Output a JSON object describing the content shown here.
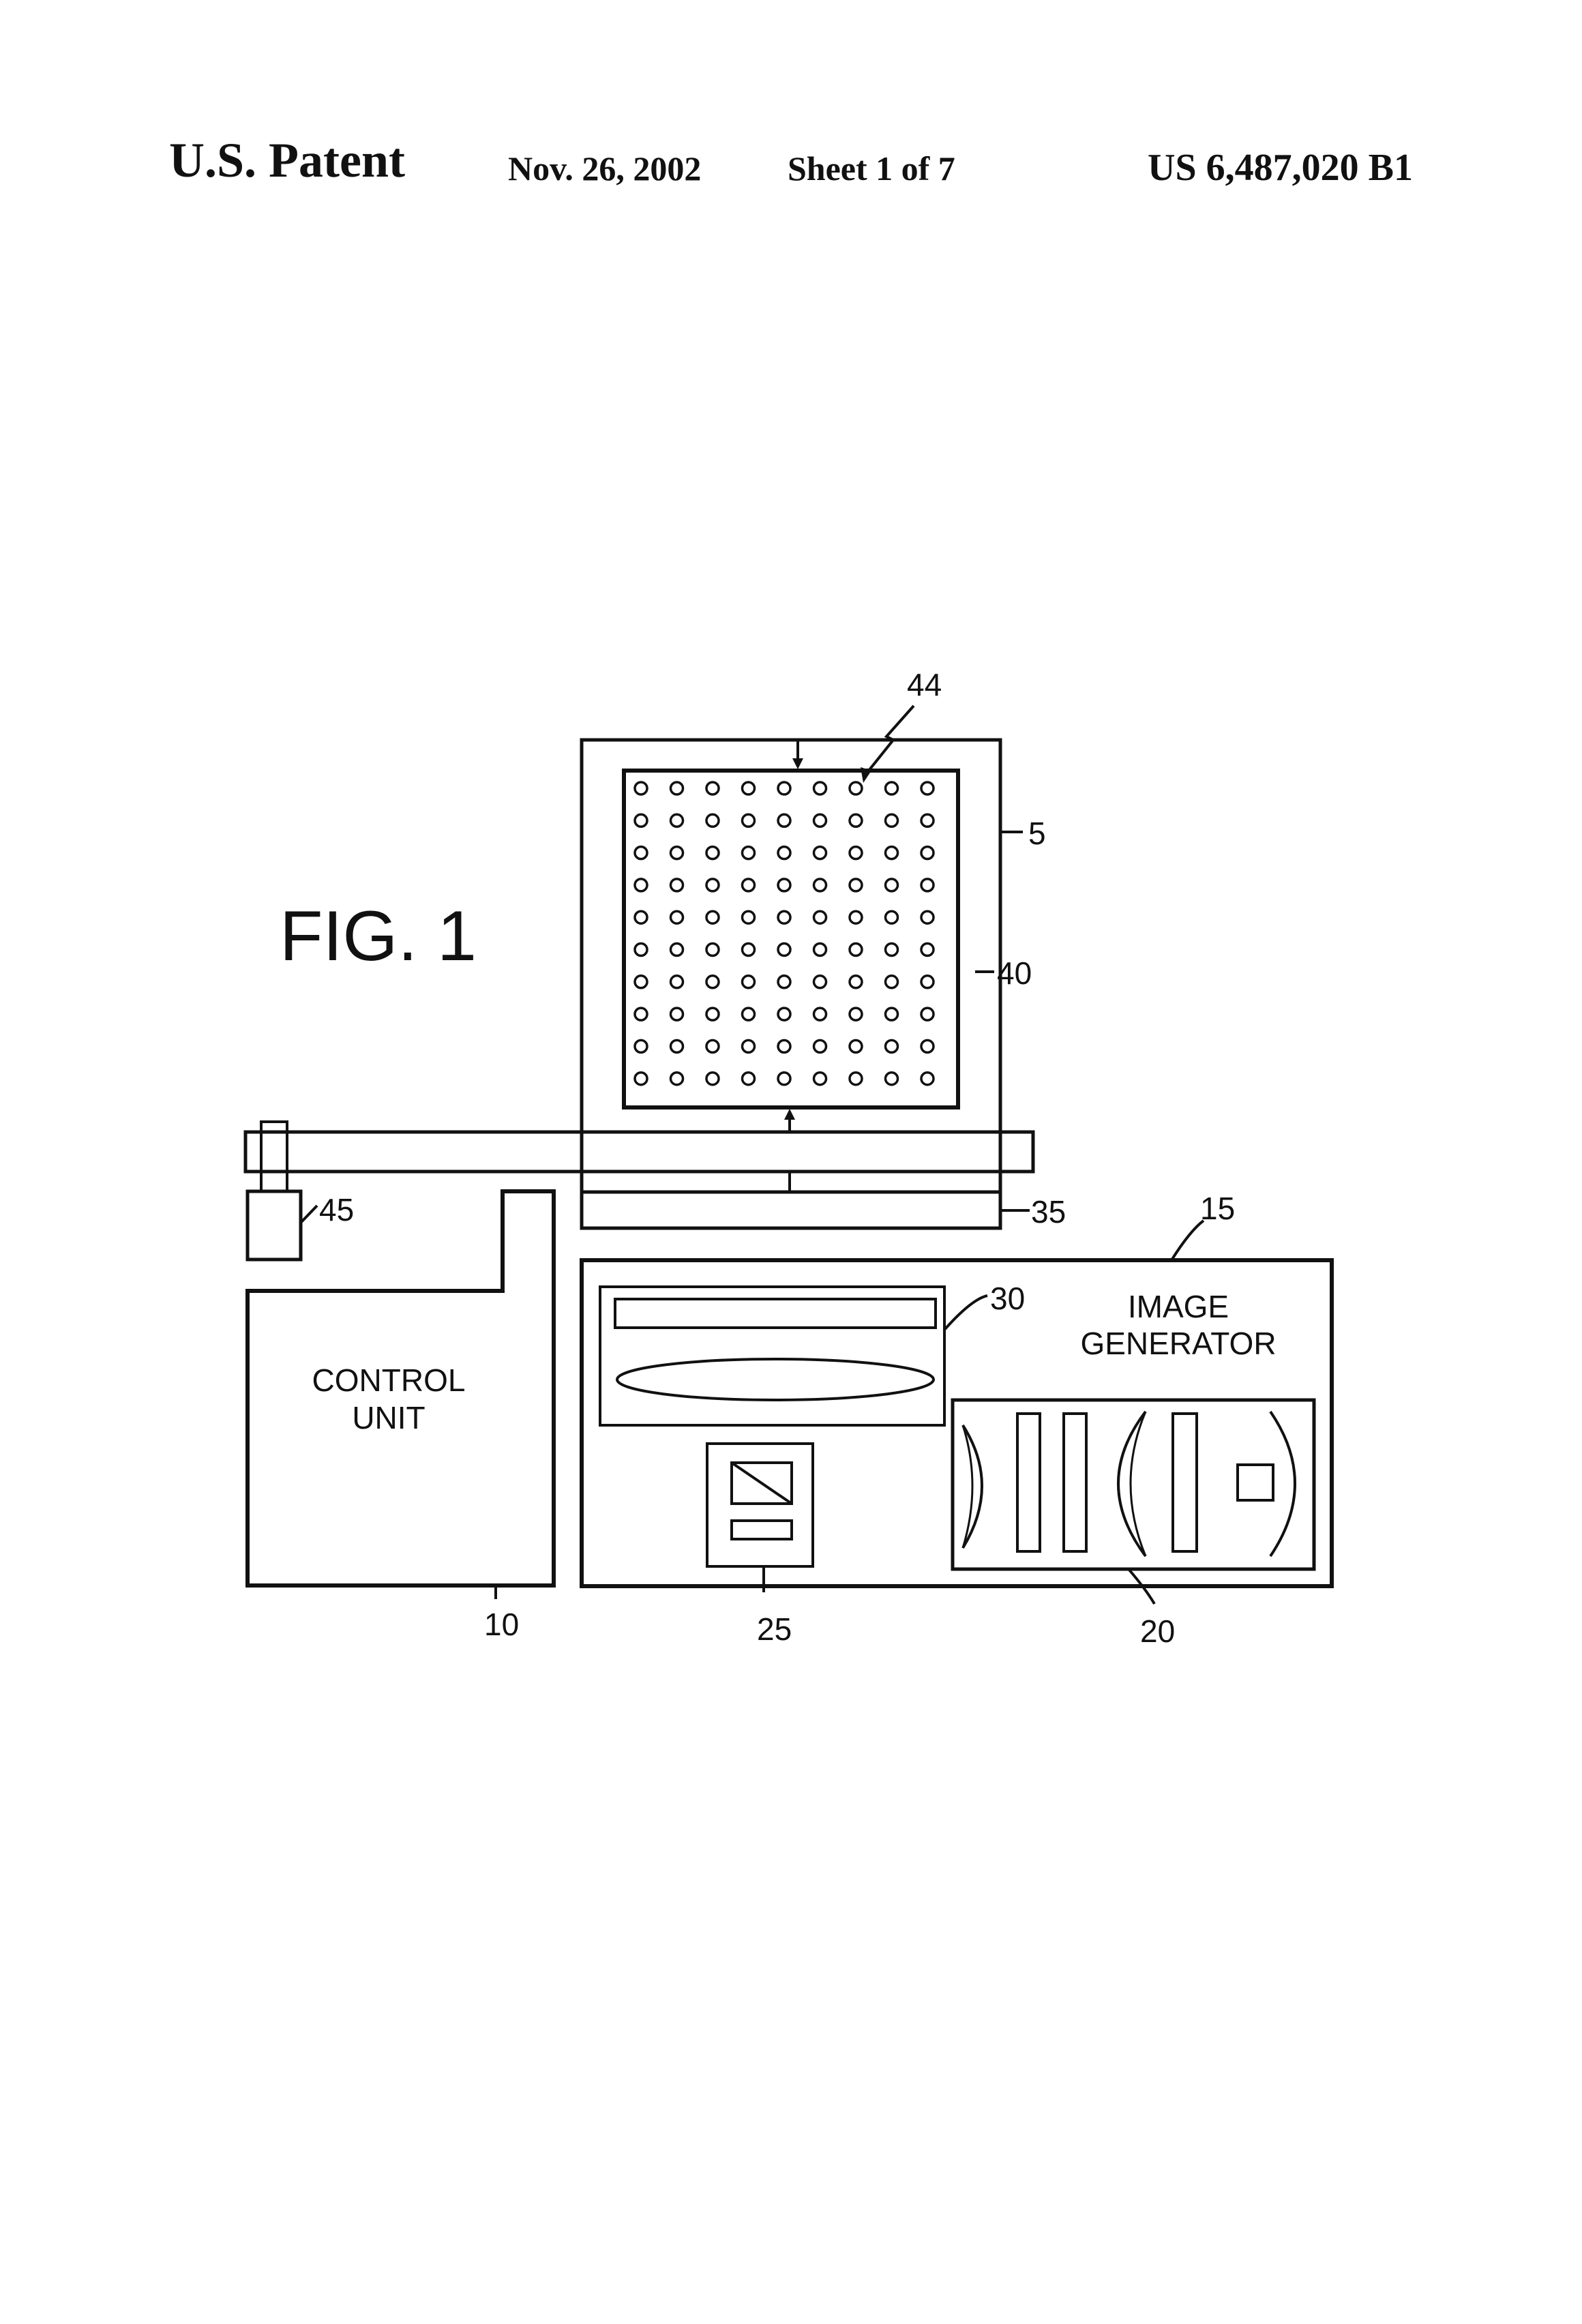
{
  "header": {
    "title": "U.S. Patent",
    "date": "Nov. 26, 2002",
    "sheet": "Sheet 1 of 7",
    "patent_number": "US 6,487,020 B1"
  },
  "figure": {
    "label": "FIG.  1",
    "grid": {
      "rows": 10,
      "cols": 9
    },
    "refs": {
      "panel": "5",
      "control_unit": "10",
      "image_generator": "15",
      "optics": "20",
      "source": "25",
      "projector": "30",
      "stage": "35",
      "matrix": "40",
      "element": "44",
      "sensor": "45"
    },
    "text": {
      "control_unit_line1": "CONTROL",
      "control_unit_line2": "UNIT",
      "image_generator_line1": "IMAGE",
      "image_generator_line2": "GENERATOR"
    }
  }
}
